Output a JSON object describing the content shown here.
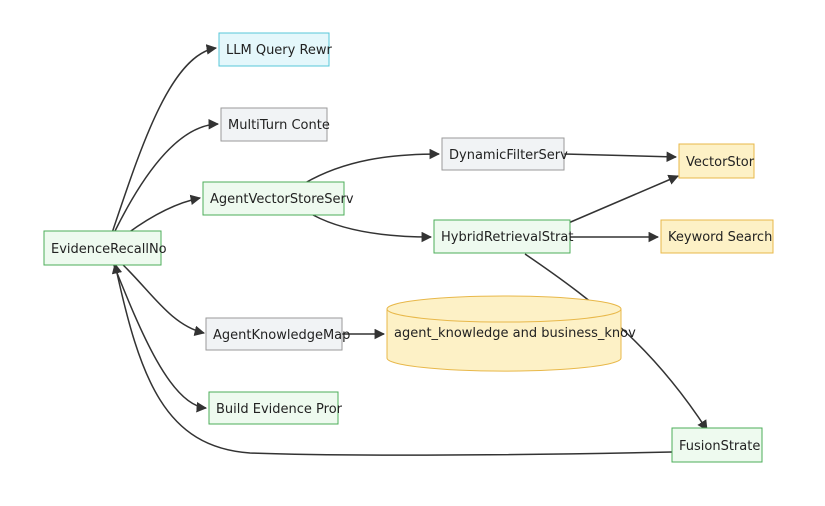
{
  "colors": {
    "edge": "#333333",
    "gray_fill": "#f1f3f5",
    "gray_stroke": "#9a9a9a",
    "green_fill": "#eefaef",
    "green_stroke": "#4cae5a",
    "cyan_fill": "#e4f7fb",
    "cyan_stroke": "#57c7d8",
    "yellow_fill": "#fdf1c6",
    "yellow_stroke": "#e8b84a"
  },
  "nodes": {
    "evidence_recall": {
      "label": "EvidenceRecallNo"
    },
    "llm_query_rewrite": {
      "label": "LLM Query Rewr"
    },
    "multiturn_context": {
      "label": "MultiTurn Conte"
    },
    "agent_vector_store": {
      "label": "AgentVectorStoreServ"
    },
    "dynamic_filter": {
      "label": "DynamicFilterServ"
    },
    "vector_store": {
      "label": "VectorStor"
    },
    "hybrid_retrieval": {
      "label": "HybridRetrievalStrat"
    },
    "keyword_search": {
      "label": "Keyword Search"
    },
    "agent_knowledge_map": {
      "label": "AgentKnowledgeMap"
    },
    "knowledge_db": {
      "label": "agent_knowledge and business_knov"
    },
    "build_evidence_prompt": {
      "label": "Build Evidence Pror"
    },
    "fusion_strategy": {
      "label": "FusionStrate"
    }
  }
}
